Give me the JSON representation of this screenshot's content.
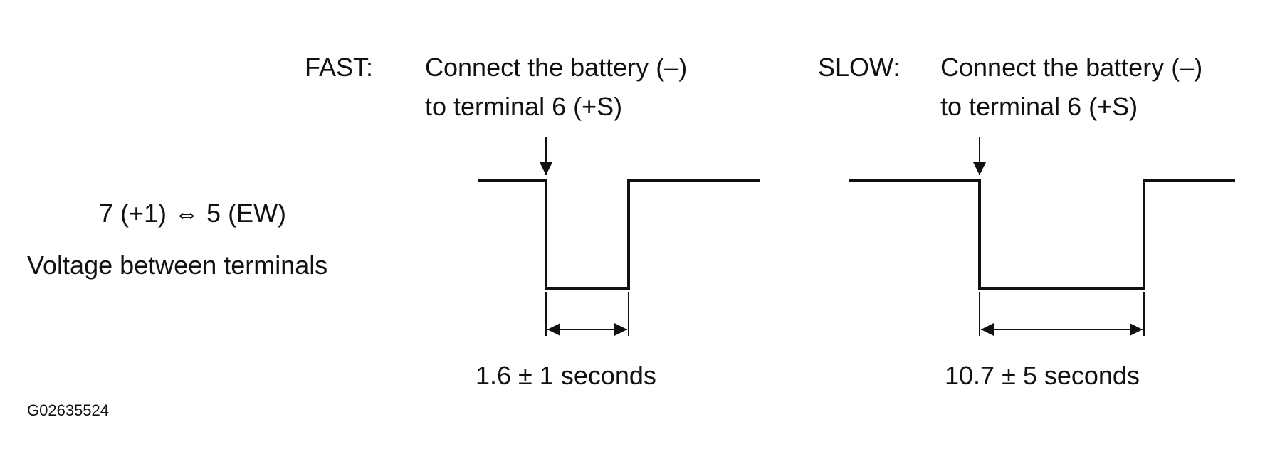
{
  "terminals": {
    "pair": "7 (+1) ⇔ 5 (EW)",
    "description": "Voltage between terminals"
  },
  "fast": {
    "label": "FAST:",
    "instruction_line1": "Connect the battery (–)",
    "instruction_line2": "to terminal 6 (+S)",
    "duration": "1.6 ± 1 seconds",
    "seconds": 1.6
  },
  "slow": {
    "label": "SLOW:",
    "instruction_line1": "Connect the battery (–)",
    "instruction_line2": "to terminal 6 (+S)",
    "duration": "10.7 ± 5 seconds",
    "seconds": 10.7
  },
  "figure_id": "G02635524"
}
